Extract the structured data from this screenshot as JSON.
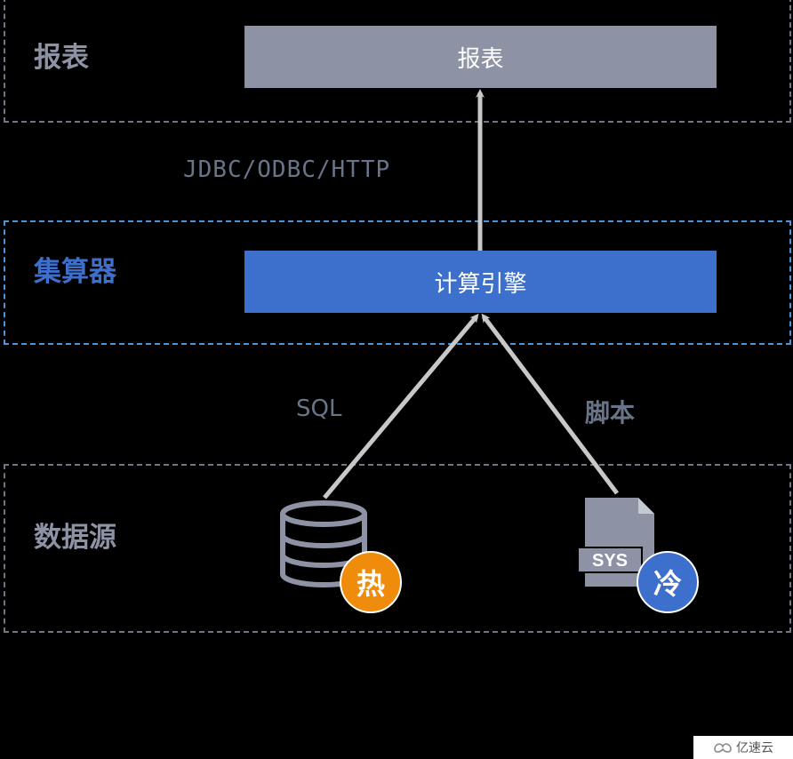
{
  "layers": {
    "report": {
      "label": "报表",
      "box_label": "报表",
      "label_color": "#8d93a5",
      "box_color": "#8d93a5"
    },
    "calculator": {
      "label": "集算器",
      "box_label": "计算引擎",
      "label_color": "#3d6fcc",
      "box_color": "#3d6fcc"
    },
    "datasource": {
      "label": "数据源",
      "label_color": "#8d93a5"
    }
  },
  "connections": {
    "protocol": "JDBC/ODBC/HTTP",
    "sql": "SQL",
    "script": "脚本"
  },
  "sources": {
    "database": {
      "icon": "database-icon",
      "badge": "热",
      "badge_color": "#f08c0c"
    },
    "file": {
      "icon": "sys-file-icon",
      "tag": "SYS",
      "badge": "冷",
      "badge_color": "#3d6fcc"
    }
  },
  "watermark": {
    "icon": "yisu-logo-icon",
    "text": "亿速云"
  }
}
